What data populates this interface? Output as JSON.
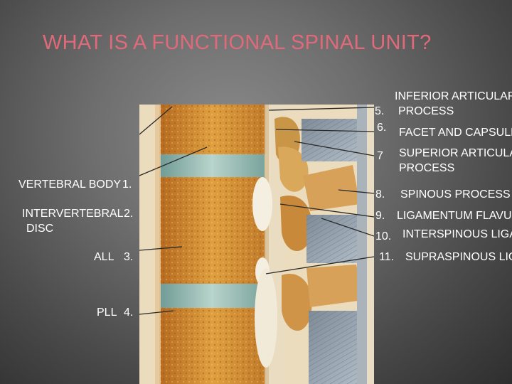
{
  "slide": {
    "title": "WHAT IS A FUNCTIONAL SPINAL UNIT?"
  },
  "labels_left": [
    {
      "text": "VERTEBRAL BODY",
      "number": "1."
    },
    {
      "text": "INTERVERTEBRAL",
      "text2": "DISC",
      "number": "2."
    },
    {
      "text": "ALL",
      "number": "3."
    },
    {
      "text": "PLL",
      "number": "4."
    }
  ],
  "labels_right": [
    {
      "number": "5.",
      "text": "INFERIOR ARTICULAR",
      "text2": "PROCESS"
    },
    {
      "number": "6.",
      "text": "FACET AND CAPSULE"
    },
    {
      "number": "7",
      "text": "SUPERIOR ARTICULAR",
      "text2": "PROCESS"
    },
    {
      "number": "8.",
      "text": "SPINOUS PROCESS"
    },
    {
      "number": "9.",
      "text": "LIGAMENTUM FLAVUM"
    },
    {
      "number": "10.",
      "text": "INTERSPINOUS LIGAMENT"
    },
    {
      "number": "11.",
      "text": "SUPRASPINOUS LIGAMENT"
    }
  ],
  "colors": {
    "title": "#e06a7a",
    "background": "#6e6e6e",
    "label_text": "#ffffff",
    "bone": "#d79a3a",
    "disc": "#8fb3a8",
    "ligament": "#9aa6b2"
  },
  "figure_content": "sagittal section of lumbar spine illustration"
}
